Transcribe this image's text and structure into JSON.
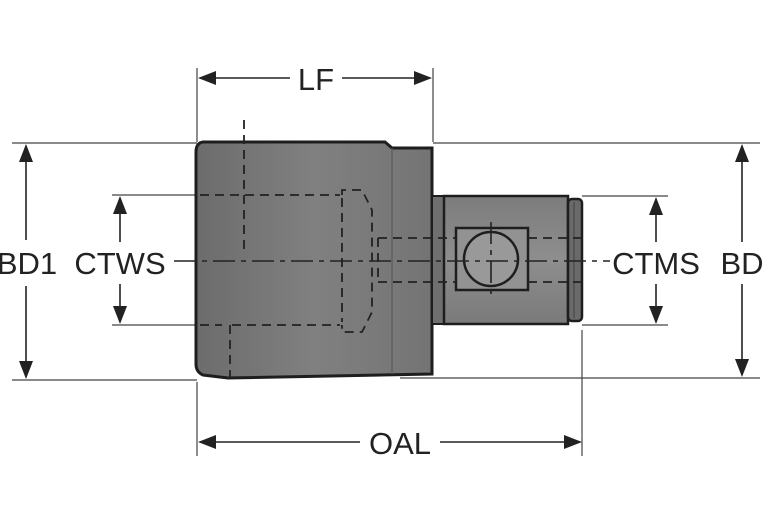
{
  "labels": {
    "lf": "LF",
    "bd1": "BD1",
    "ctws": "CTWS",
    "ctms": "CTMS",
    "bd": "BD",
    "oal": "OAL"
  },
  "colors": {
    "body_fill": "#7a7a7a",
    "shank_fill": "#858585",
    "outline": "#1e1e1e",
    "line": "#222222"
  }
}
